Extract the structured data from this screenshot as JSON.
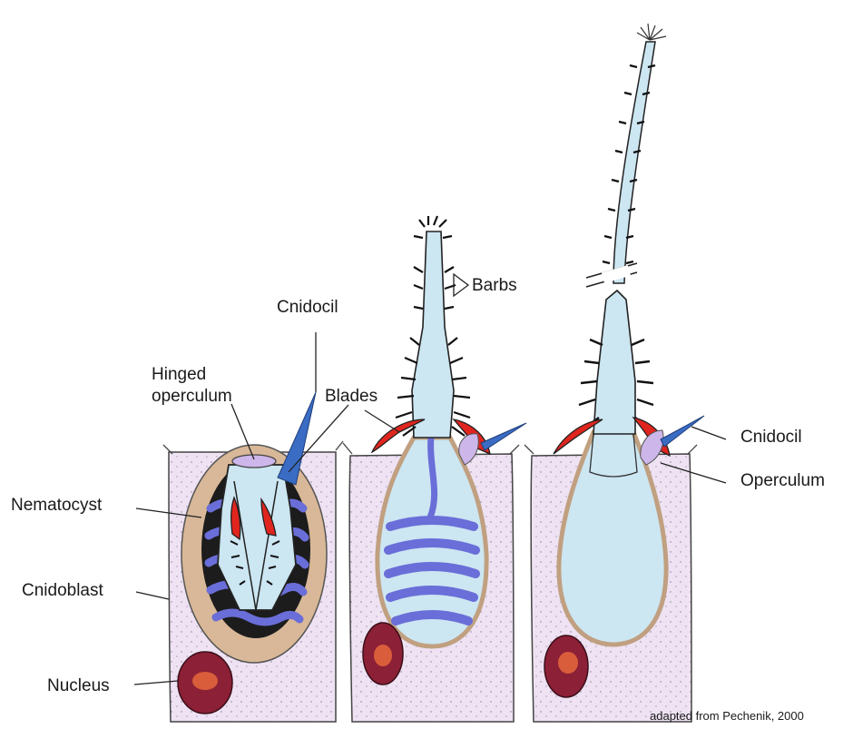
{
  "figure": {
    "labels": {
      "hinged_operculum_line1": "Hinged",
      "hinged_operculum_line2": "operculum",
      "cnidocil_left": "Cnidocil",
      "blades": "Blades",
      "barbs": "Barbs",
      "nematocyst": "Nematocyst",
      "cnidoblast": "Cnidoblast",
      "nucleus": "Nucleus",
      "cnidocil_right": "Cnidocil",
      "operculum": "Operculum"
    },
    "credit": "adapted from Pechenik, 2000"
  },
  "colors": {
    "cell": "#eee2f3",
    "capsule_wall": "#d8b898",
    "capsule_fluid": "#cce6f2",
    "thread_coil": "#7a7ee0",
    "blade": "#e0251e",
    "cnidocil": "#3a6cc4",
    "operculum": "#cdb6ea",
    "nucleus": "#8c2036",
    "nucleus_inner": "#d95d3a"
  }
}
